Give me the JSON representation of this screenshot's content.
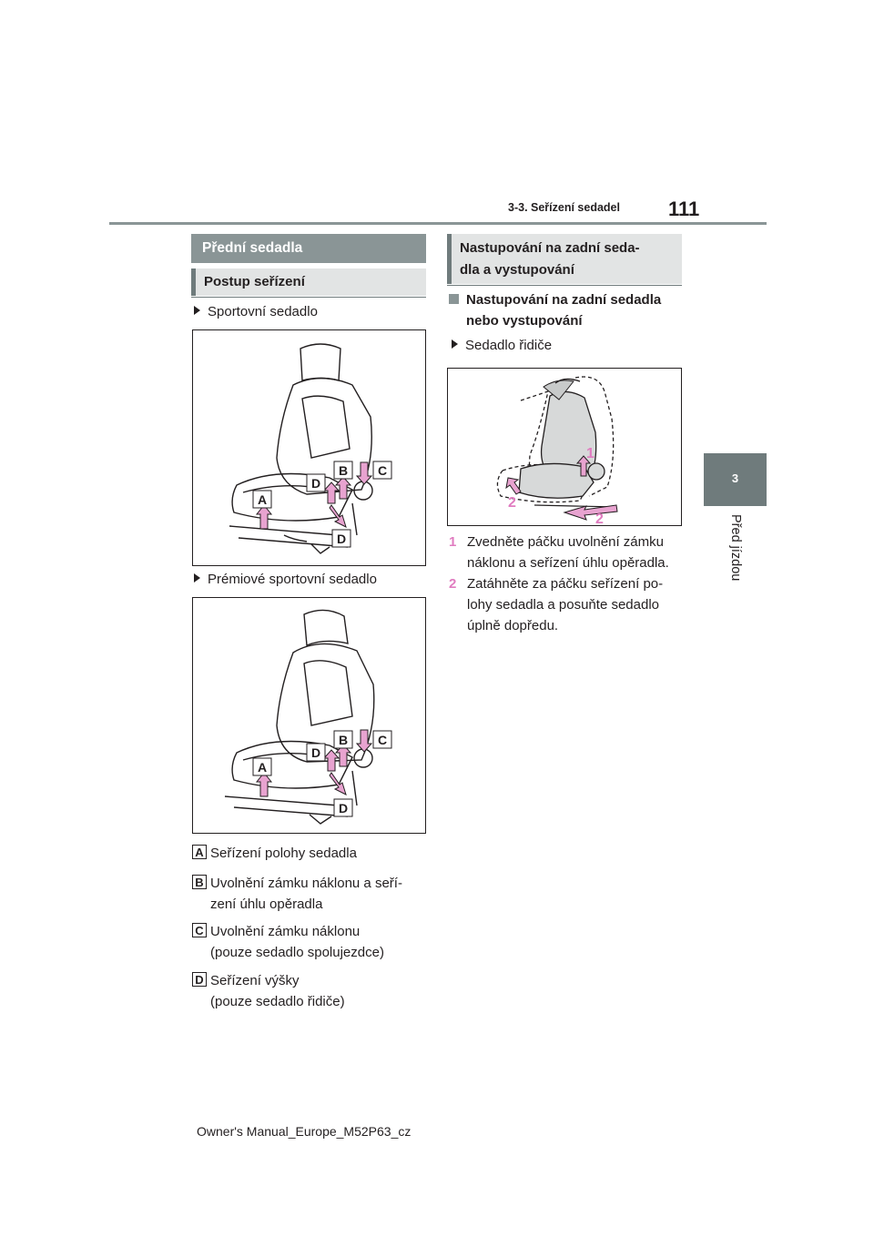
{
  "header": {
    "section": "3-3. Seřízení sedadel",
    "page_number": "111"
  },
  "side_tab": {
    "chapter_number": "3",
    "chapter_title": "Před jízdou"
  },
  "left": {
    "heading": "Přední sedadla",
    "subheading": "Postup seřízení",
    "fig1_caption": "Sportovní sedadlo",
    "fig2_caption": "Prémiové sportovní sedadlo",
    "fig_labels": {
      "a": "A",
      "b": "B",
      "c": "C",
      "d": "D"
    },
    "legend": [
      {
        "key": "A",
        "line1": "Seřízení polohy sedadla",
        "line2": ""
      },
      {
        "key": "B",
        "line1": "Uvolnění zámku náklonu a seří-",
        "line2": "zení úhlu opěradla"
      },
      {
        "key": "C",
        "line1": "Uvolnění zámku náklonu",
        "line2": "(pouze sedadlo spolujezdce)"
      },
      {
        "key": "D",
        "line1": "Seřízení výšky",
        "line2": "(pouze sedadlo řidiče)"
      }
    ]
  },
  "right": {
    "heading_line1": "Nastupování na zadní seda-",
    "heading_line2": "dla a vystupování",
    "bullet_line1": "Nastupování na zadní sedadla",
    "bullet_line2": "nebo vystupování",
    "fig_caption": "Sedadlo řidiče",
    "fig_labels": {
      "one": "1",
      "two": "2"
    },
    "steps": [
      {
        "num": "1",
        "line1": "Zvedněte páčku uvolnění zámku",
        "line2": "náklonu a seřízení úhlu opěradla.",
        "line3": ""
      },
      {
        "num": "2",
        "line1": "Zatáhněte za páčku seřízení po-",
        "line2": "lohy sedadla a posuňte sedadlo",
        "line3": "úplně dopředu."
      }
    ]
  },
  "footer": {
    "manual_id": "Owner's Manual_Europe_M52P63_cz"
  },
  "colors": {
    "accent_gray": "#8a9596",
    "tab_gray": "#6f7b7c",
    "pink": "#e07cc0"
  }
}
